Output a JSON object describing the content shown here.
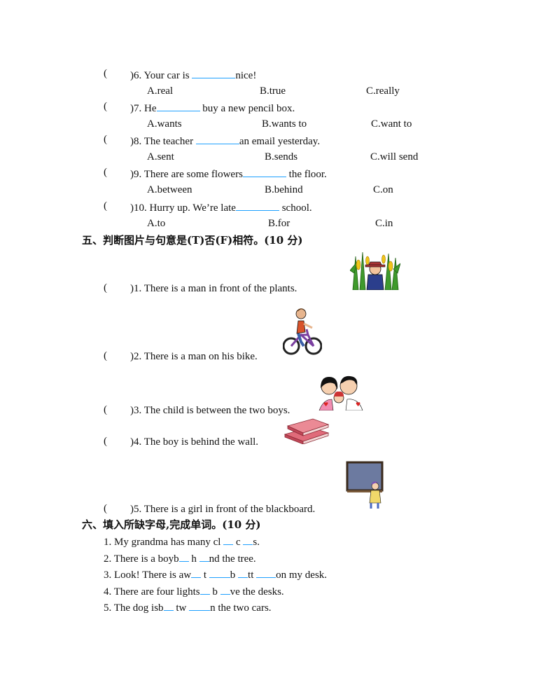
{
  "choice_questions": [
    {
      "number": ")6. Your car is ",
      "after": "nice!",
      "options": [
        "A.real",
        "B.true",
        "C.really"
      ]
    },
    {
      "number": ")7. He",
      "after": " buy a new pencil box.",
      "options": [
        "A.wants",
        "B.wants to",
        "C.want to"
      ]
    },
    {
      "number": ")8. The teacher ",
      "after": "an email yesterday.",
      "options": [
        "A.sent",
        "B.sends",
        "C.will send"
      ]
    },
    {
      "number": ")9. There are some flowers",
      "after": " the floor.",
      "options": [
        "A.between",
        "B.behind",
        "C.on"
      ]
    },
    {
      "number": ")10. Hurry up. We’re late",
      "after": " school.",
      "options": [
        "A.to",
        "B.for",
        "C.in"
      ]
    }
  ],
  "section5": {
    "heading": "五、判断图片与句意是(T)否(F)相符。(10 分)",
    "items": [
      {
        "text": ")1. There is a man in front of the plants.",
        "picture": "man-in-cornfield"
      },
      {
        "text": ")2. There is a man on his bike.",
        "picture": "man-on-bike"
      },
      {
        "text": ")3. The child is between the two boys.",
        "picture": "family-with-child"
      },
      {
        "text": ")4. The boy is behind the wall.",
        "picture": "books"
      },
      {
        "text": ")5. There is a girl in front of the blackboard.",
        "picture": "girl-at-blackboard"
      }
    ]
  },
  "section6": {
    "heading": "六、填入所缺字母,完成单词。(10 分)",
    "items": [
      {
        "parts": [
          "1. My grandma has many cl ",
          " c ",
          "s."
        ]
      },
      {
        "parts": [
          "2. There is a boyb",
          " h ",
          "nd the tree."
        ]
      },
      {
        "parts": [
          "3. Look! There is aw",
          " t ",
          "b ",
          "tt ",
          "on my desk."
        ]
      },
      {
        "parts": [
          "4. There are four lights",
          " b ",
          "ve the desks."
        ]
      },
      {
        "parts": [
          "5. The dog isb",
          " tw ",
          "n the two cars."
        ]
      }
    ]
  },
  "paren_open": "("
}
